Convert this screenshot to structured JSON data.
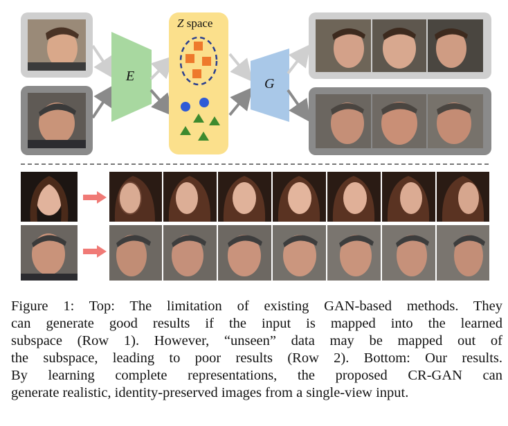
{
  "figure": {
    "top": {
      "encoder_label": "E",
      "generator_label": "G",
      "z_space_italic": "Z",
      "z_space_text": " space"
    },
    "caption_lines": [
      "Figure 1: Top: The limitation of existing GAN-based methods. They",
      "can generate good results if the input is mapped into the learned",
      "subspace (Row 1). However, “unseen” data may be mapped out of",
      "the subspace, leading to poor results (Row 2). Bottom: Our results.",
      "By learning complete representations, the proposed CR-GAN can",
      "generate realistic, identity-preserved images from a single-view input."
    ]
  },
  "colors": {
    "encoder": "#a8d8a0",
    "generator": "#a9c8e8",
    "z_space_bg": "#fbe08c",
    "square_marker": "#ee7a2c",
    "circle_marker": "#2f5bd6",
    "triangle_marker": "#3d8a2e",
    "row_arrow": "#f07a76",
    "frame_light": "#cfcfcf",
    "frame_dark": "#8a8a8a"
  }
}
